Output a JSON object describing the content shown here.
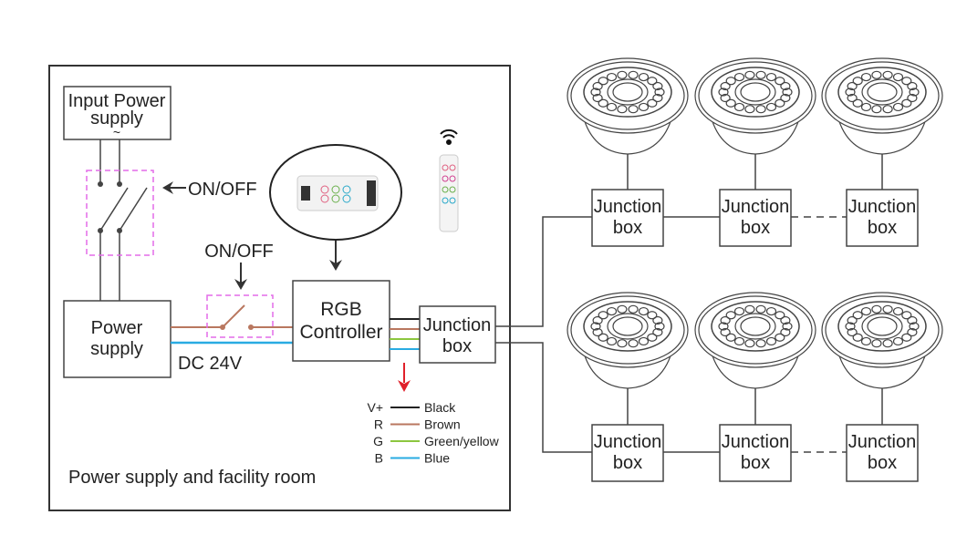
{
  "room": {
    "label": "Power supply and facility room"
  },
  "input_power": {
    "line1": "Input Power",
    "line2": "supply",
    "symbol": "~"
  },
  "main_switch": {
    "label": "ON/OFF",
    "icon": "double-pole-switch-icon"
  },
  "dc_switch": {
    "label": "ON/OFF",
    "icon": "single-pole-switch-icon"
  },
  "power_supply": {
    "line1": "Power",
    "line2": "supply"
  },
  "dc_label": "DC 24V",
  "rgb_controller": {
    "line1": "RGB",
    "line2": "Controller"
  },
  "main_junction": {
    "line1": "Junction",
    "line2": "box"
  },
  "remote": {
    "icon": "wireless-remote-icon",
    "wifi_icon": "wifi-signal-icon"
  },
  "controller_photo": {
    "icon": "led-controller-photo"
  },
  "legend": [
    {
      "code": "V+",
      "color_name": "Black",
      "color": "#222222"
    },
    {
      "code": "R",
      "color_name": "Brown",
      "color": "#b9775f"
    },
    {
      "code": "G",
      "color_name": "Green/yellow",
      "color": "#8cc63f"
    },
    {
      "code": "B",
      "color_name": "Blue",
      "color": "#29abe2"
    }
  ],
  "colors": {
    "dashed_box": "#e36ce8",
    "legend_arrow": "#e0202a",
    "line": "#444444"
  },
  "fixture_rows": [
    {
      "junctions": [
        {
          "line1": "Junction",
          "line2": "box"
        },
        {
          "line1": "Junction",
          "line2": "box"
        },
        {
          "line1": "Junction",
          "line2": "box"
        }
      ]
    },
    {
      "junctions": [
        {
          "line1": "Junction",
          "line2": "box"
        },
        {
          "line1": "Junction",
          "line2": "box"
        },
        {
          "line1": "Junction",
          "line2": "box"
        }
      ]
    }
  ]
}
